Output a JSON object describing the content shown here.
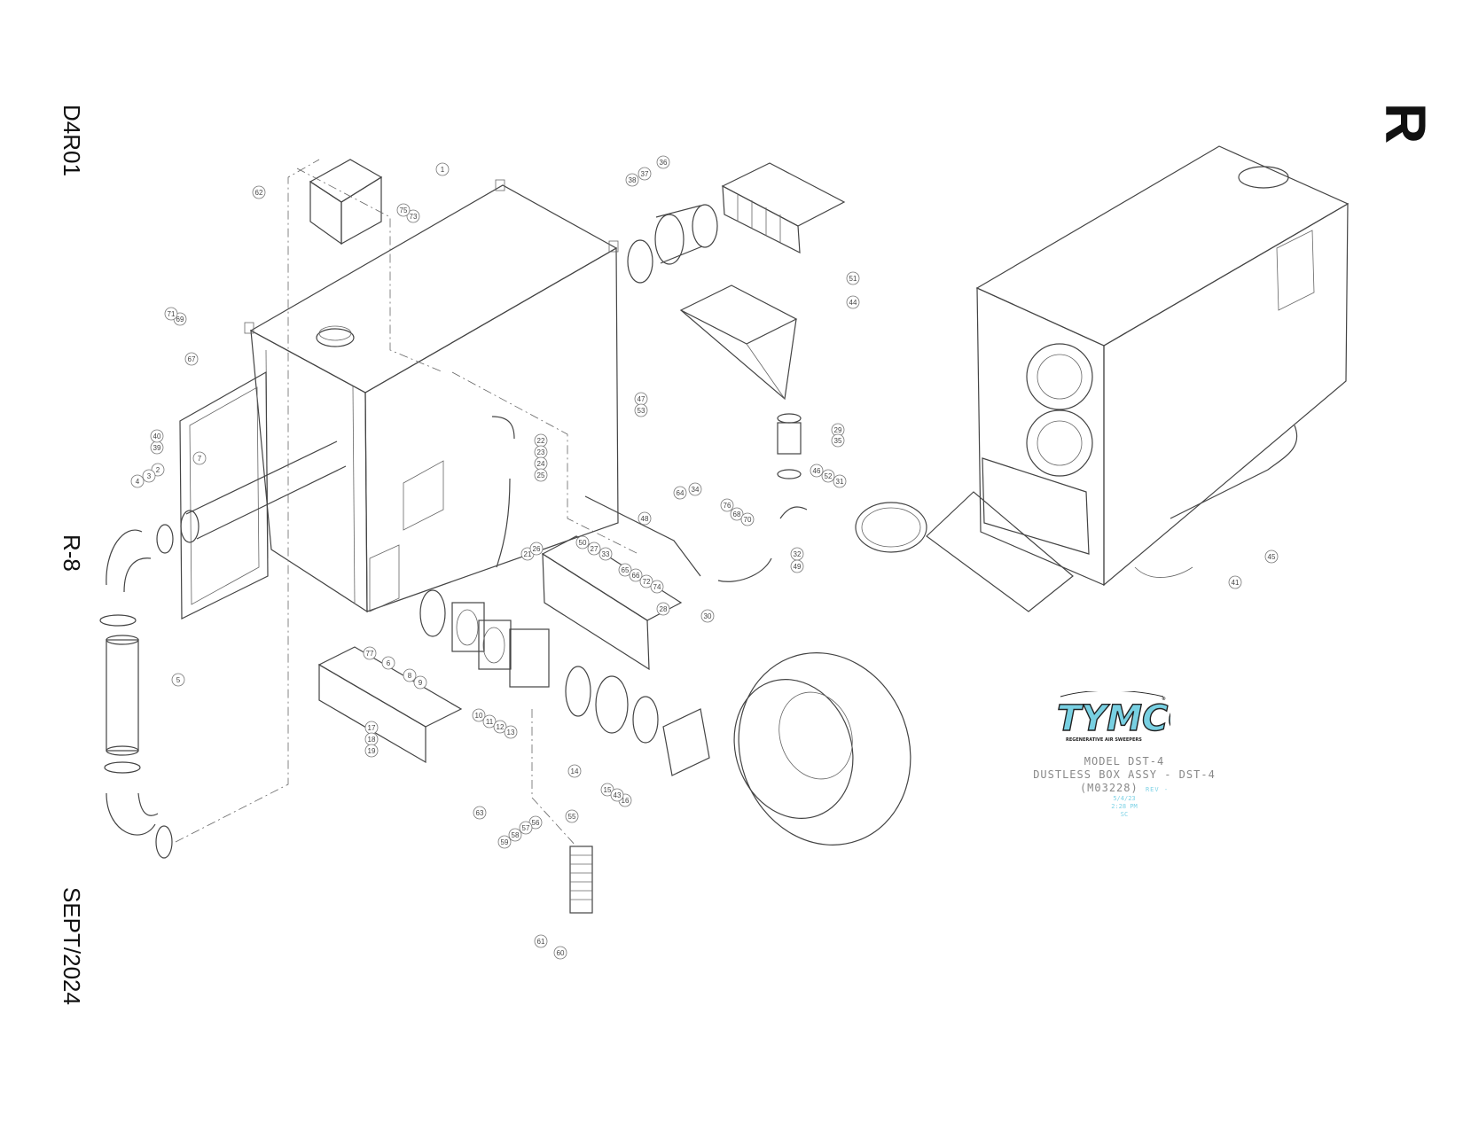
{
  "sheet": {
    "code": "D4R01",
    "revision": "R-8",
    "date": "SEPT/2024",
    "section": "R"
  },
  "title_block": {
    "brand": "TYMCO",
    "tagline": "REGENERATIVE AIR SWEEPERS",
    "registered": "®",
    "model": "MODEL DST-4",
    "assembly": "DUSTLESS BOX ASSY - DST-4",
    "part_number": "(M03228)",
    "rev_note": "REV -",
    "stamp_date": "5/4/23",
    "stamp_time": "2:28 PM",
    "stamp_initials": "SC"
  },
  "callouts": [
    "1",
    "2",
    "3",
    "4",
    "5",
    "6",
    "7",
    "8",
    "9",
    "10",
    "11",
    "12",
    "13",
    "14",
    "15",
    "16",
    "17",
    "18",
    "19",
    "21",
    "22",
    "23",
    "24",
    "25",
    "26",
    "27",
    "28",
    "29",
    "30",
    "31",
    "32",
    "33",
    "34",
    "35",
    "36",
    "37",
    "38",
    "39",
    "40",
    "41",
    "43",
    "44",
    "45",
    "46",
    "47",
    "48",
    "49",
    "50",
    "51",
    "52",
    "53",
    "55",
    "56",
    "57",
    "58",
    "59",
    "60",
    "61",
    "62",
    "63",
    "64",
    "65",
    "66",
    "67",
    "68",
    "69",
    "70",
    "71",
    "72",
    "73",
    "74",
    "75",
    "76",
    "77"
  ]
}
